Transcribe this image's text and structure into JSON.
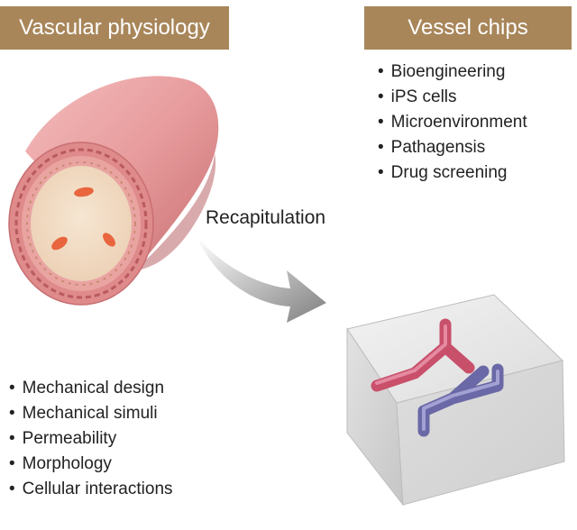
{
  "left_banner": {
    "title": "Vascular physiology"
  },
  "right_banner": {
    "title": "Vessel chips"
  },
  "vessel_chip_topics": [
    "Bioengineering",
    "iPS cells",
    "Microenvironment",
    "Pathagensis",
    "Drug screening"
  ],
  "physiology_topics": [
    "Mechanical design",
    "Mechanical simuli",
    "Permeability",
    "Morphology",
    "Cellular interactions"
  ],
  "arrow": {
    "label": "Recapitulation"
  },
  "colors": {
    "banner": "#a8865a",
    "vessel_wall": "#e69a9a",
    "vessel_lumen": "#f2dcc4",
    "red_cell": "#e8653e",
    "red_channel": "#d9607a",
    "blue_channel": "#7e7cb8"
  }
}
